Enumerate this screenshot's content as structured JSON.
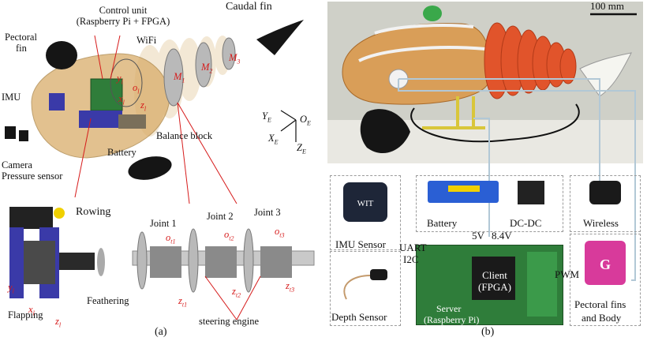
{
  "panel_a": {
    "labels": {
      "caudal_fin": "Caudal fin",
      "control_unit": "Control unit",
      "control_unit_detail": "(Raspberry Pi + FPGA)",
      "pectoral_fin": "Pectoral",
      "pectoral_fin_2": "fin",
      "wifi": "WiFi",
      "imu": "IMU",
      "balance_block": "Balance block",
      "battery": "Battery",
      "camera": "Camera",
      "pressure_sensor": "Pressure sensor",
      "rowing": "Rowing",
      "flapping": "Flapping",
      "feathering": "Feathering",
      "joint1": "Joint 1",
      "joint2": "Joint 2",
      "joint3": "Joint 3",
      "steering_engine": "steering engine"
    },
    "axes": {
      "ye": "Y",
      "ye_sub": "E",
      "oe": "O",
      "oe_sub": "E",
      "xe": "X",
      "xe_sub": "E",
      "ze": "Z",
      "ze_sub": "E"
    },
    "math": {
      "yl": "y",
      "xl": "x",
      "zl": "z",
      "ol": "o",
      "l_sub": "l",
      "o_t1": "o",
      "o_t1_sub": "t1",
      "o_t2": "o",
      "o_t2_sub": "t2",
      "o_t3": "o",
      "o_t3_sub": "t3",
      "z_t1": "z",
      "z_t1_sub": "t1",
      "z_t2": "z",
      "z_t2_sub": "t2",
      "z_t3": "z",
      "z_t3_sub": "t3",
      "m1": "M",
      "m1_sub": "1",
      "m2": "M",
      "m2_sub": "2",
      "m3": "M",
      "m3_sub": "3"
    },
    "caption": "(a)"
  },
  "panel_b": {
    "scale_bar": "100 mm",
    "labels": {
      "imu_sensor": "IMU Sensor",
      "depth_sensor": "Depth Sensor",
      "battery": "Battery",
      "dc_dc": "DC-DC",
      "wireless": "Wireless",
      "uart": "UART",
      "i2c": "I2C",
      "v5": "5V",
      "v84": "8.4V",
      "pwm": "PWM",
      "client": "Client",
      "client_detail": "(FPGA)",
      "server": "Server",
      "server_detail": "(Raspberry Pi)",
      "pectoral_fins": "Pectoral fins",
      "and_body": "and Body"
    },
    "caption": "(b)"
  },
  "colors": {
    "red_annotation": "#d61b1b",
    "fish_body": "#d9ad6a",
    "servo_blue": "#3a3aa8",
    "fin_black": "#151515",
    "leader_line": "#b2c8d6",
    "dash_border": "#9b9b9b",
    "orange_tail": "#e1542b",
    "pcb_green": "#2f7d3a"
  }
}
